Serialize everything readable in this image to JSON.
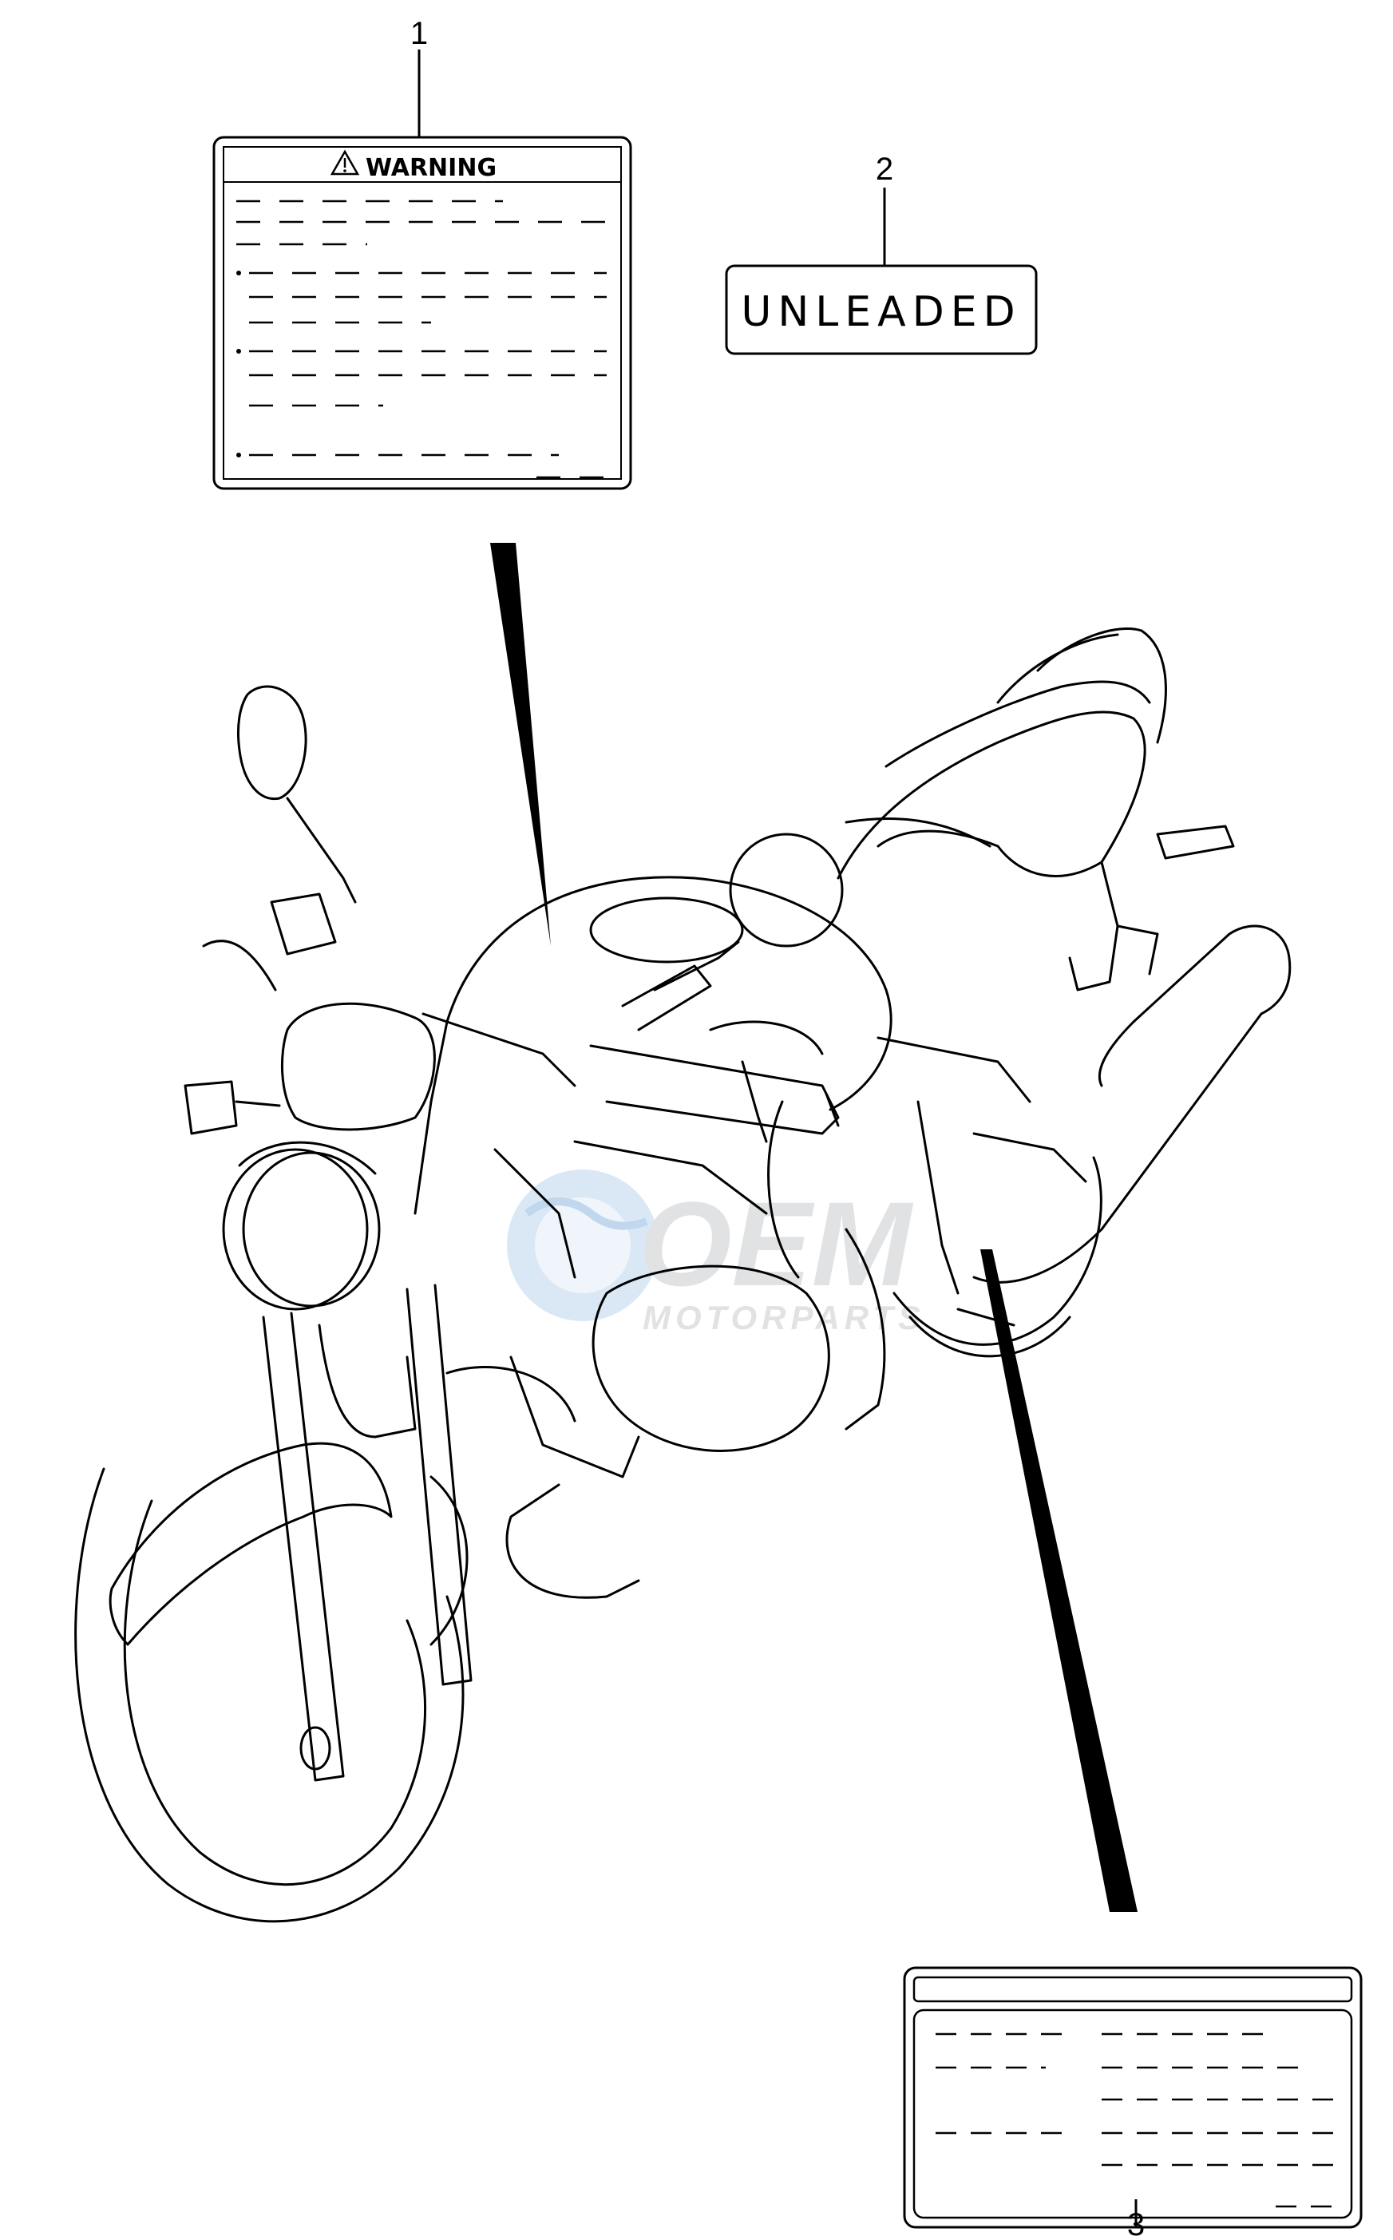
{
  "callouts": {
    "part1": "1",
    "part2": "2",
    "part3": "3"
  },
  "warning_label": {
    "heading": "WARNING",
    "icon": "warning-triangle-icon"
  },
  "fuel_label": {
    "text": "UNLEADED"
  },
  "watermark": {
    "logo_text": "OEM",
    "sub_text": "MOTORPARTS",
    "color": "#8fb8e0"
  }
}
